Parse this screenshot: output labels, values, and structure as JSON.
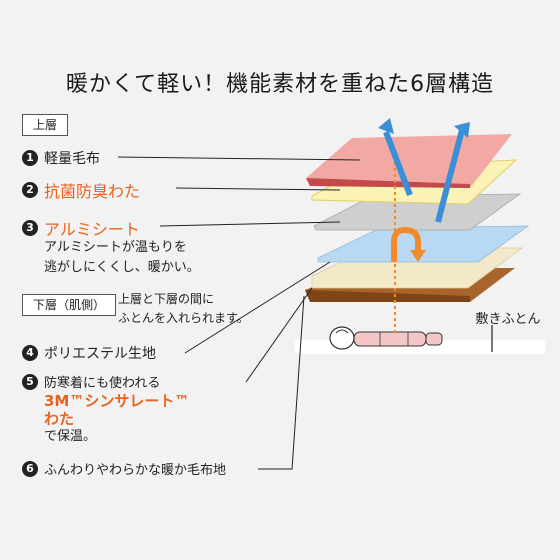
{
  "title": "暖かくて軽い！機能素材を重ねた6層構造",
  "upper_tag": "上層",
  "lower_tag": "下層（肌側）",
  "lower_desc_1": "上層と下層の間に",
  "lower_desc_2": "ふとんを入れられます。",
  "items": [
    {
      "num": "1",
      "label": "軽量毛布"
    },
    {
      "num": "2",
      "label": "抗菌防臭わた"
    },
    {
      "num": "3",
      "label": "アルミシート"
    },
    {
      "num": "4",
      "label": "ポリエステル生地"
    },
    {
      "num": "5",
      "label": "防寒着にも使われる"
    },
    {
      "num": "6",
      "label": "ふんわりやわらかな暖か毛布地"
    }
  ],
  "item3_desc_1": "アルミシートが温もりを",
  "item3_desc_2": "逃がしにくくし、暖かい。",
  "item5_brand": "3M™シンサレート™",
  "item5_brand_2": "わた",
  "item5_desc": "で保温。",
  "futon_label": "敷きふとん",
  "colors": {
    "accent": "#e8631d",
    "blanket_pink": "#f2a9a3",
    "cotton_yellow": "#fbf2b6",
    "aluminum": "#cfcfcf",
    "polyester_blue": "#b9d9f2",
    "thinsulate": "#f3e8c8",
    "brown_blanket": "#a8642a",
    "arrow_blue": "#3a8fd6",
    "arrow_orange": "#f08a2a"
  }
}
